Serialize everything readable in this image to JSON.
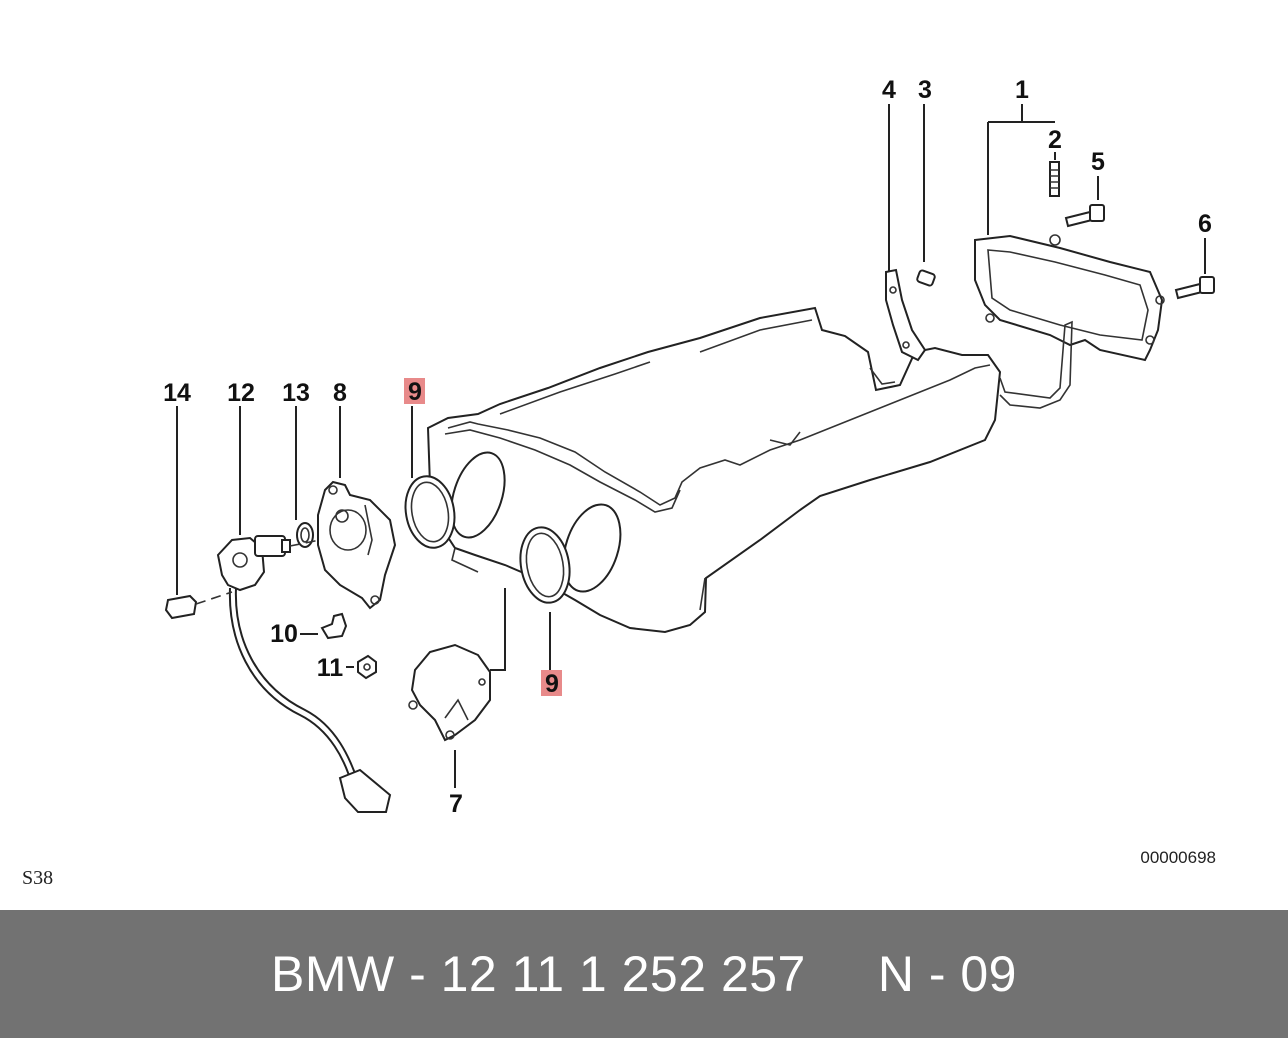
{
  "callouts": [
    {
      "id": "c1",
      "text": "1",
      "highlight": false
    },
    {
      "id": "c2",
      "text": "2",
      "highlight": false
    },
    {
      "id": "c3",
      "text": "3",
      "highlight": false
    },
    {
      "id": "c4",
      "text": "4",
      "highlight": false
    },
    {
      "id": "c5",
      "text": "5",
      "highlight": false
    },
    {
      "id": "c6",
      "text": "6",
      "highlight": false
    },
    {
      "id": "c7",
      "text": "7",
      "highlight": false
    },
    {
      "id": "c8",
      "text": "8",
      "highlight": false
    },
    {
      "id": "c9a",
      "text": "9",
      "highlight": true
    },
    {
      "id": "c9b",
      "text": "9",
      "highlight": true
    },
    {
      "id": "c10",
      "text": "10",
      "highlight": false
    },
    {
      "id": "c11",
      "text": "11",
      "highlight": false
    },
    {
      "id": "c12",
      "text": "12",
      "highlight": false
    },
    {
      "id": "c13",
      "text": "13",
      "highlight": false
    },
    {
      "id": "c14",
      "text": "14",
      "highlight": false
    }
  ],
  "corner_mark": "S38",
  "reference_number": "00000698",
  "footer": {
    "text": "BMW - 12 11 1 252 257     N - 09"
  },
  "colors": {
    "highlight": "#e88a8a",
    "footer_bg": "#727272",
    "footer_text": "#ffffff"
  }
}
